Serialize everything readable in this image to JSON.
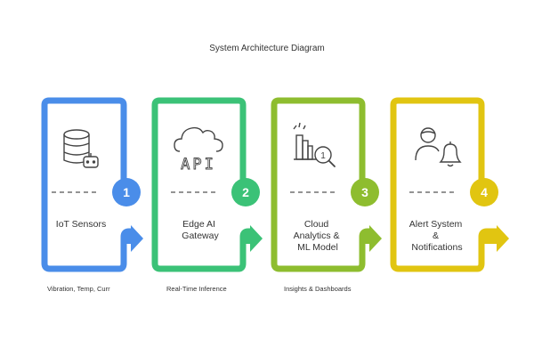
{
  "title": "System Architecture Diagram",
  "colors": {
    "stage1": "#4a8de9",
    "stage2": "#3bc277",
    "stage3": "#8ebd2f",
    "stage4": "#e1c511",
    "icon": "#444444",
    "text": "#333333"
  },
  "stages": [
    {
      "number": "1",
      "label_lines": [
        "IoT Sensors"
      ],
      "caption": "Vibration, Temp, Curr",
      "icon": "database-robot-icon"
    },
    {
      "number": "2",
      "label_lines": [
        "Edge AI",
        "Gateway"
      ],
      "caption": "Real-Time Inference",
      "icon": "cloud-api-icon",
      "icon_text": "API"
    },
    {
      "number": "3",
      "label_lines": [
        "Cloud",
        "Analytics &",
        "ML Model"
      ],
      "caption": "Insights & Dashboards",
      "icon": "chart-magnifier-icon",
      "icon_text": "1"
    },
    {
      "number": "4",
      "label_lines": [
        "Alert System",
        "&",
        "Notifications"
      ],
      "caption": "",
      "icon": "user-bell-icon"
    }
  ]
}
